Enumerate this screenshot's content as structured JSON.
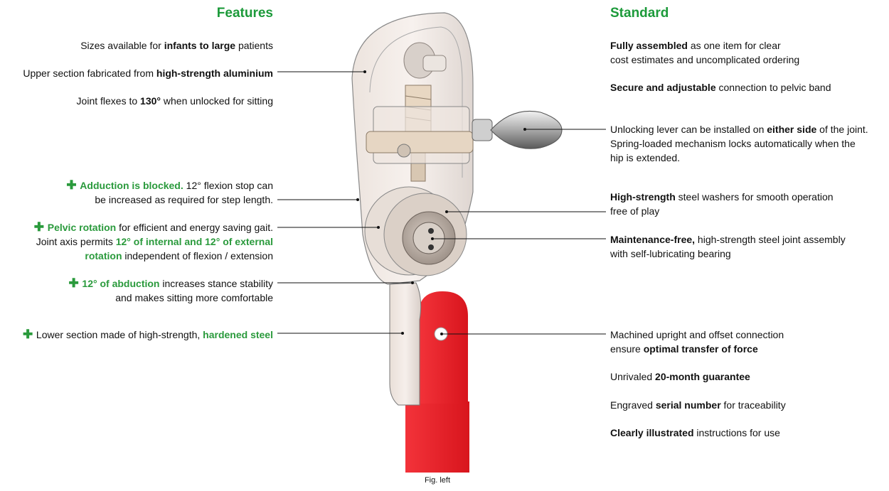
{
  "headings": {
    "features": "Features",
    "standard": "Standard"
  },
  "caption": "Fig. left",
  "features": [
    {
      "lines": [
        [
          {
            "t": "Sizes available for "
          },
          {
            "t": "infants to large",
            "b": true
          },
          {
            "t": " patients"
          }
        ]
      ]
    },
    {
      "lines": [
        [
          {
            "t": "Upper section fabricated from "
          },
          {
            "t": "high-strength aluminium",
            "b": true
          }
        ]
      ]
    },
    {
      "lines": [
        [
          {
            "t": "Joint flexes to "
          },
          {
            "t": "130°",
            "b": true
          },
          {
            "t": " when unlocked for sitting"
          }
        ]
      ]
    },
    {
      "plus": true,
      "lines": [
        [
          {
            "t": "Adduction is blocked.",
            "g": true
          },
          {
            "t": " 12° flexion stop can"
          }
        ],
        [
          {
            "t": "be increased as required for step length."
          }
        ]
      ]
    },
    {
      "plus": true,
      "lines": [
        [
          {
            "t": "Pelvic rotation",
            "g": true
          },
          {
            "t": " for efficient and energy saving gait."
          }
        ],
        [
          {
            "t": "Joint axis permits "
          },
          {
            "t": "12° of internal and 12° of external",
            "g": true
          }
        ],
        [
          {
            "t": "rotation",
            "g": true
          },
          {
            "t": " independent of flexion / extension"
          }
        ]
      ]
    },
    {
      "plus": true,
      "lines": [
        [
          {
            "t": "12° of abduction",
            "g": true
          },
          {
            "t": " increases stance stability"
          }
        ],
        [
          {
            "t": "and makes sitting more comfortable"
          }
        ]
      ]
    },
    {
      "plus": true,
      "lines": [
        [
          {
            "t": "Lower section made of high-strength, "
          },
          {
            "t": "hardened steel",
            "g": true
          }
        ]
      ]
    }
  ],
  "standard": [
    {
      "lines": [
        [
          {
            "t": "Fully assembled",
            "b": true
          },
          {
            "t": " as one item for clear"
          }
        ],
        [
          {
            "t": "cost estimates and uncomplicated ordering"
          }
        ]
      ]
    },
    {
      "lines": [
        [
          {
            "t": "Secure and adjustable",
            "b": true
          },
          {
            "t": " connection to pelvic band"
          }
        ]
      ]
    },
    {
      "lines": [
        [
          {
            "t": "Unlocking lever can be installed on "
          },
          {
            "t": "either side",
            "b": true
          },
          {
            "t": " of the joint."
          }
        ],
        [
          {
            "t": "Spring-loaded mechanism locks automatically when the"
          }
        ],
        [
          {
            "t": "hip is extended."
          }
        ]
      ]
    },
    {
      "lines": [
        [
          {
            "t": "High-strength",
            "b": true
          },
          {
            "t": " steel washers for smooth operation"
          }
        ],
        [
          {
            "t": "free of play"
          }
        ]
      ]
    },
    {
      "lines": [
        [
          {
            "t": "Maintenance-free,",
            "b": true
          },
          {
            "t": " high-strength steel joint assembly"
          }
        ],
        [
          {
            "t": "with self-lubricating bearing"
          }
        ]
      ]
    },
    {
      "lines": [
        [
          {
            "t": "Machined upright and offset connection"
          }
        ],
        [
          {
            "t": "ensure "
          },
          {
            "t": "optimal transfer of force",
            "b": true
          }
        ]
      ]
    },
    {
      "lines": [
        [
          {
            "t": "Unrivaled "
          },
          {
            "t": "20-month guarantee",
            "b": true
          }
        ]
      ]
    },
    {
      "lines": [
        [
          {
            "t": "Engraved "
          },
          {
            "t": "serial number",
            "b": true
          },
          {
            "t": " for traceability"
          }
        ]
      ]
    },
    {
      "lines": [
        [
          {
            "t": "Clearly illustrated",
            "b": true
          },
          {
            "t": " instructions for use"
          }
        ]
      ]
    }
  ],
  "colors": {
    "heading_green": "#1c9a3a",
    "bar_red": "#e4222a"
  }
}
